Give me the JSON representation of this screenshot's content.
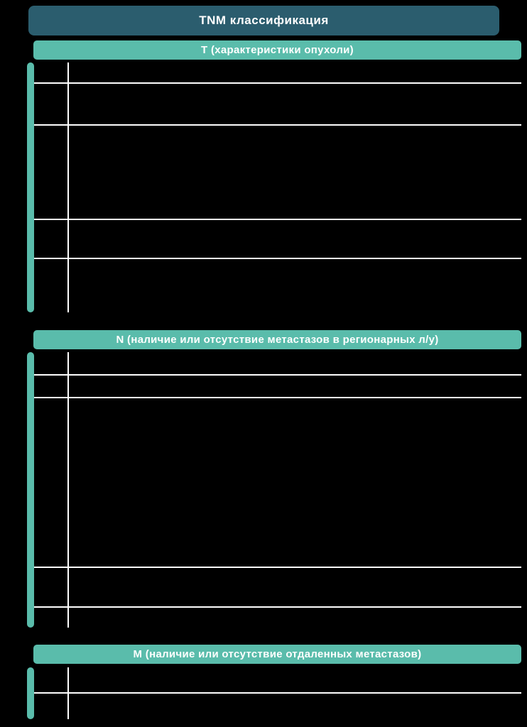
{
  "title": "TNM классификация",
  "colors": {
    "header_bg": "#2b5d6e",
    "accent_teal": "#5abcab",
    "divider_line": "#ffffff"
  },
  "sections": [
    {
      "id": "t",
      "label": "Т (характеристики опухоли)",
      "rows": [
        {
          "code": "",
          "desc": ""
        },
        {
          "code": "",
          "desc": ""
        },
        {
          "code": "",
          "desc": ""
        },
        {
          "code": "",
          "desc": ""
        },
        {
          "code": "",
          "desc": ""
        }
      ]
    },
    {
      "id": "n",
      "label": "N (наличие или отсутствие метастазов в регионарных л/у)",
      "rows": [
        {
          "code": "",
          "desc": ""
        },
        {
          "code": "",
          "desc": ""
        },
        {
          "code": "",
          "desc": ""
        },
        {
          "code": "",
          "desc": ""
        },
        {
          "code": "",
          "desc": ""
        }
      ]
    },
    {
      "id": "m",
      "label": "М (наличие или отсутствие отдаленных метастазов)",
      "rows": [
        {
          "code": "",
          "desc": ""
        },
        {
          "code": "",
          "desc": ""
        }
      ]
    }
  ]
}
